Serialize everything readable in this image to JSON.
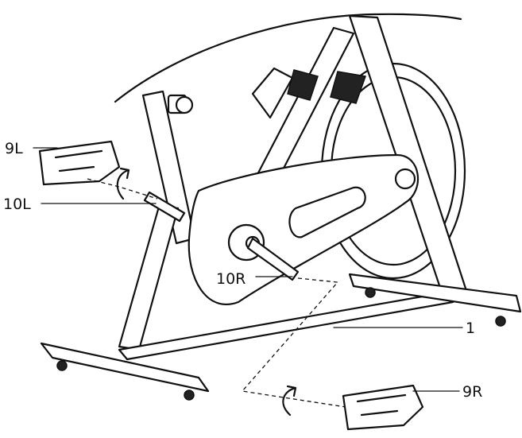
{
  "labels": {
    "pedal_left": "9L",
    "crank_left": "10L",
    "crank_right": "10R",
    "frame": "1",
    "pedal_right": "9R"
  },
  "icons": {
    "left_arrow": "curved-arrow-icon",
    "right_arrow": "curved-arrow-icon"
  }
}
